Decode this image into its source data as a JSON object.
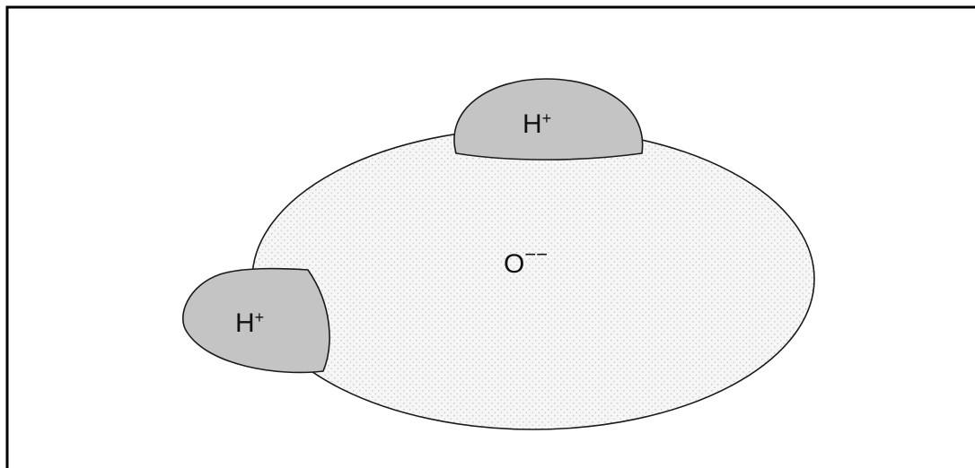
{
  "diagram": {
    "oxygen": {
      "label": "O",
      "charge": "−−"
    },
    "hydrogen_top": {
      "label": "H",
      "charge": "+"
    },
    "hydrogen_left": {
      "label": "H",
      "charge": "+"
    }
  },
  "colors": {
    "frame": "#000000",
    "outline": "#1a1a1a",
    "oxygen_fill": "#f6f6f6",
    "oxygen_dots": "#bfbfbf",
    "hydrogen_fill": "#c4c4c4",
    "text": "#111111"
  }
}
